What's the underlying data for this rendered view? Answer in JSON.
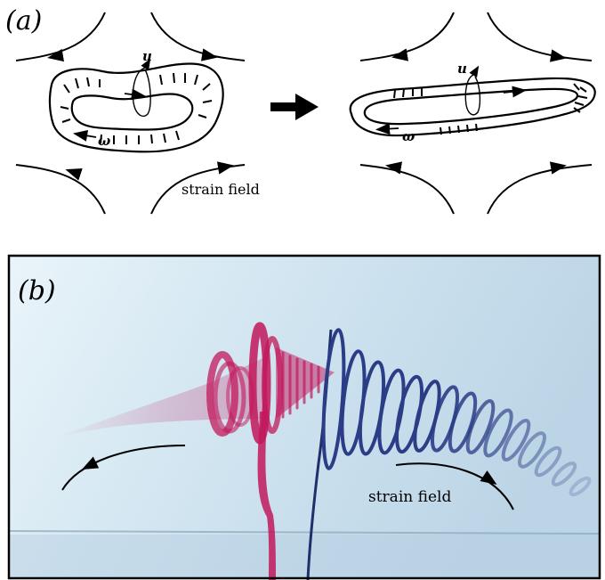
{
  "panel_a": {
    "label": "(a)",
    "velocity_label": "u",
    "vorticity_label": "ω",
    "strain_label": "strain field"
  },
  "panel_b": {
    "label": "(b)",
    "strain_label": "strain field"
  },
  "colors": {
    "line": "#000000",
    "tank_bg": "#cfe3ef",
    "tank_bg_light": "#e8f3f9",
    "dye_red": "#c2185b",
    "dye_blue": "#1f2f6b"
  },
  "icons": {
    "transition_arrow": "right-arrow-icon"
  }
}
